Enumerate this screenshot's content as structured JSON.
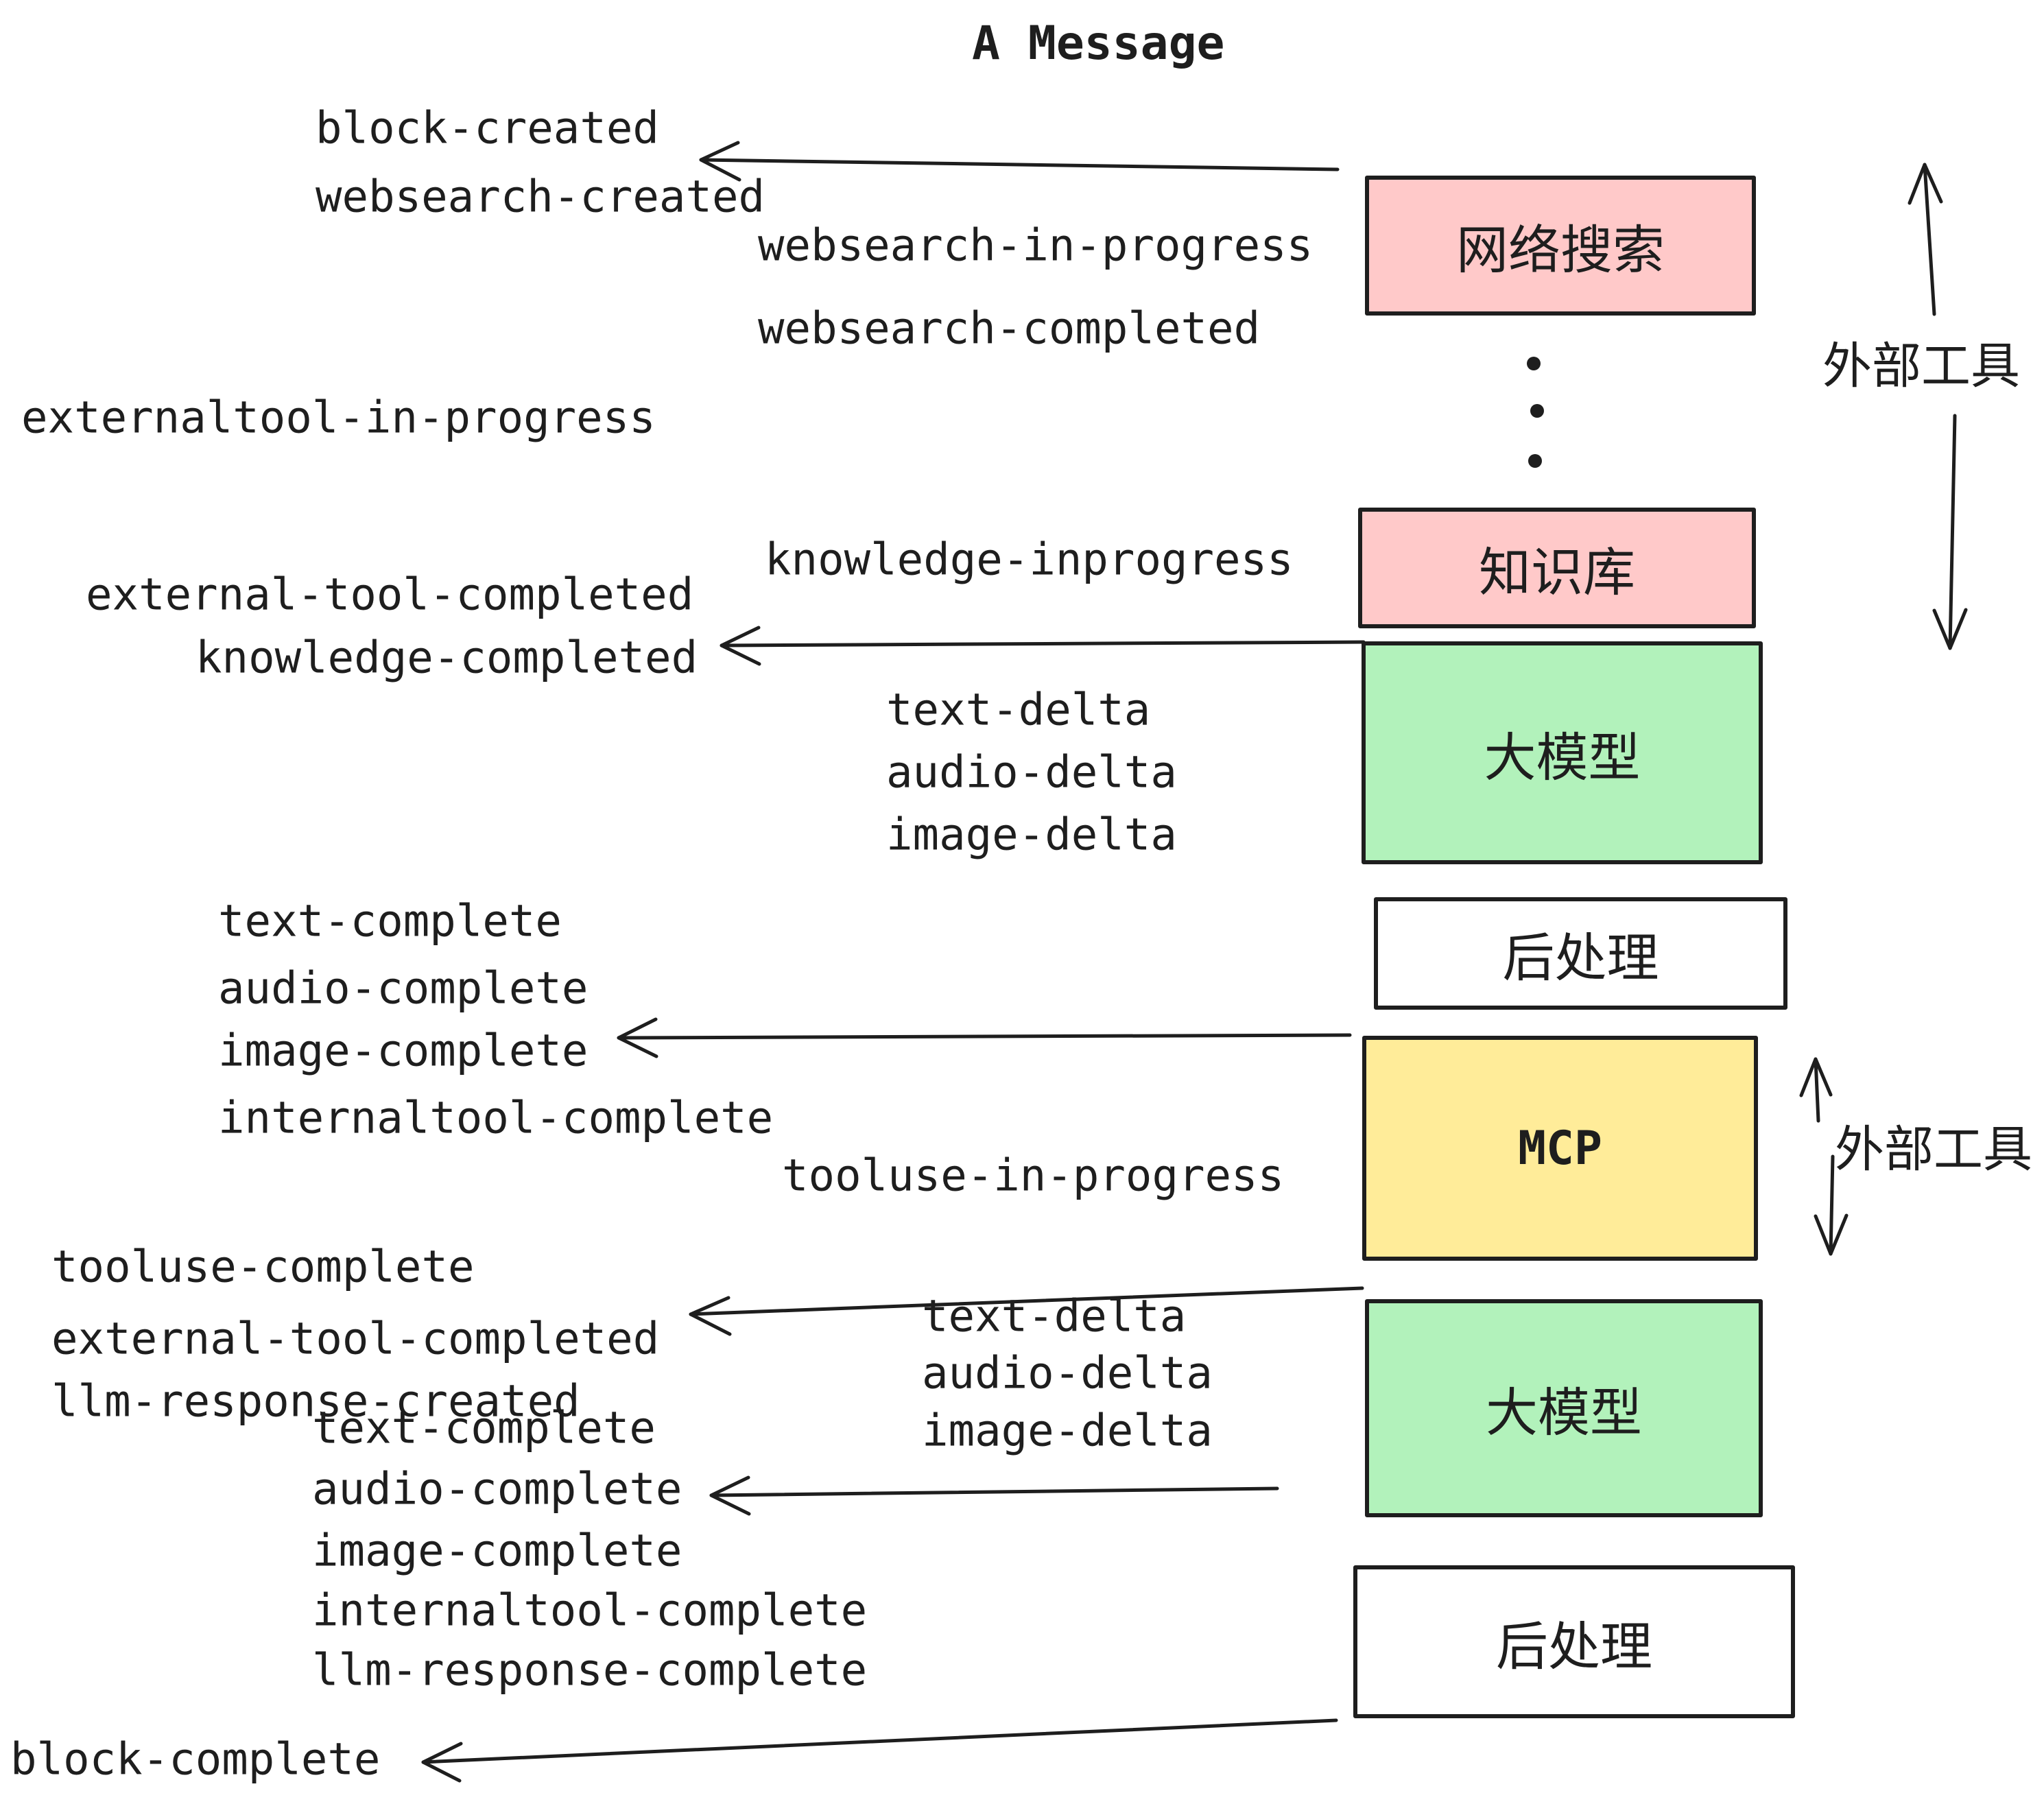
{
  "title": "A Message",
  "colors": {
    "background": "#ffffff",
    "stroke": "#1e1e1e",
    "pink_box": "#ffc9c9",
    "green_box": "#b2f2bb",
    "yellow_box": "#ffec99",
    "white_box": "#ffffff"
  },
  "boxes": [
    {
      "id": "websearch",
      "label": "网络搜索",
      "color": "#ffc9c9"
    },
    {
      "id": "knowledge-base",
      "label": "知识库",
      "color": "#ffc9c9"
    },
    {
      "id": "llm-1",
      "label": "大模型",
      "color": "#b2f2bb"
    },
    {
      "id": "postprocess-1",
      "label": "后处理",
      "color": "#ffffff"
    },
    {
      "id": "mcp",
      "label": "MCP",
      "color": "#ffec99"
    },
    {
      "id": "llm-2",
      "label": "大模型",
      "color": "#b2f2bb"
    },
    {
      "id": "postprocess-2",
      "label": "后处理",
      "color": "#ffffff"
    }
  ],
  "events": [
    "block-created",
    "websearch-created",
    "websearch-in-progress",
    "websearch-completed",
    "externaltool-in-progress",
    "knowledge-inprogress",
    "external-tool-completed",
    "knowledge-completed",
    "text-delta",
    "audio-delta",
    "image-delta",
    "text-complete",
    "audio-complete",
    "image-complete",
    "internaltool-complete",
    "tooluse-in-progress",
    "tooluse-complete",
    "external-tool-completed",
    "llm-response-created",
    "text-complete",
    "audio-complete",
    "image-complete",
    "internaltool-complete",
    "llm-response-complete",
    "block-complete",
    "text-delta",
    "audio-delta",
    "image-delta"
  ],
  "annotations": [
    {
      "label": "外部工具"
    },
    {
      "label": "外部工具"
    }
  ]
}
